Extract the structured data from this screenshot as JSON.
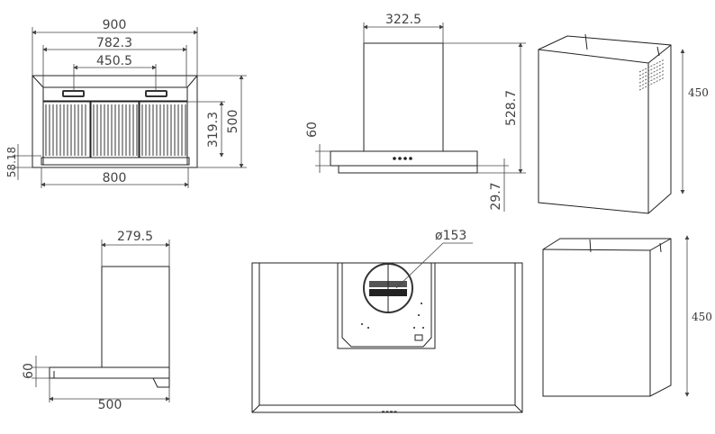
{
  "front_view": {
    "overall_width": "900",
    "inner_width": "782.3",
    "control_spacing": "450.5",
    "filter_width": "800",
    "height": "500",
    "filter_height": "319.3",
    "front_lip": "58.18"
  },
  "front_elevation": {
    "chimney_width": "322.5",
    "total_height": "528.7",
    "canopy_height": "60",
    "bottom_strip": "29.7"
  },
  "side_view": {
    "chimney_depth": "279.5",
    "canopy_height": "60",
    "depth": "500"
  },
  "top_view": {
    "outlet_diameter": "ø153"
  },
  "chimney_upper": {
    "height": "450"
  },
  "chimney_lower": {
    "height": "450"
  }
}
